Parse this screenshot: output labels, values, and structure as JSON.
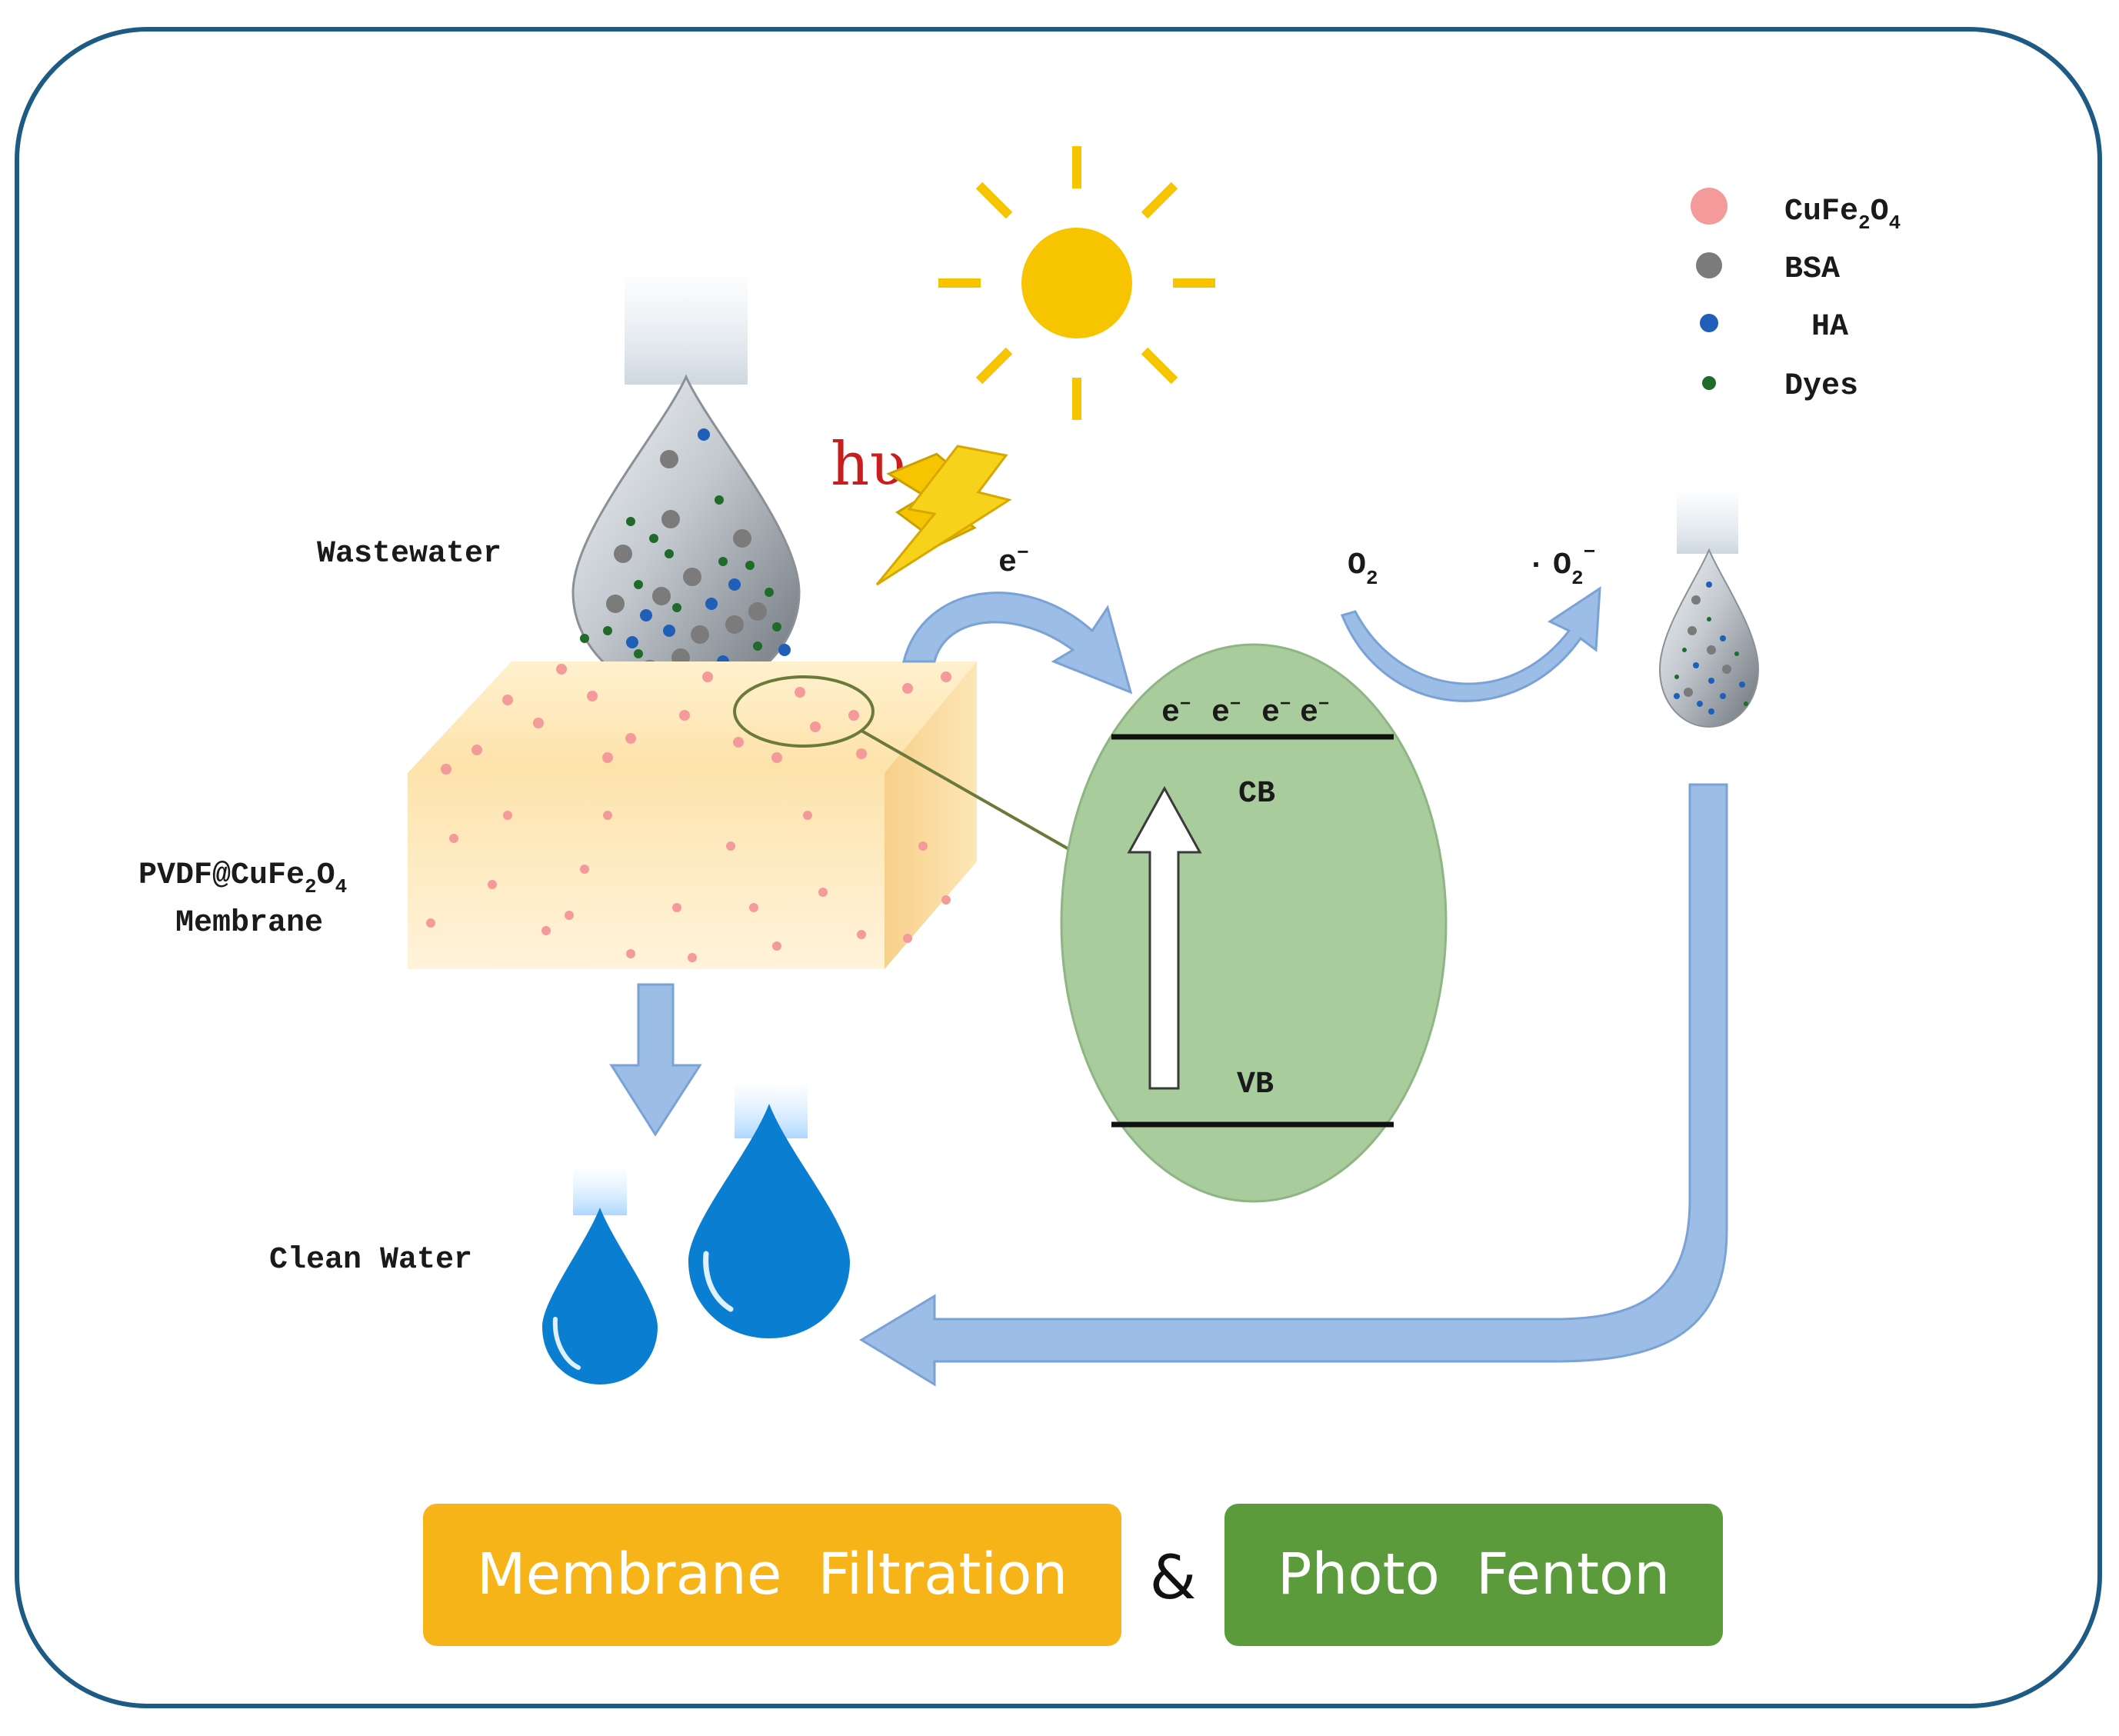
{
  "legend": {
    "items": [
      {
        "label": "CuFe",
        "sub1": "2",
        "mid": "O",
        "sub2": "4",
        "color": "#f59a9a"
      },
      {
        "label": "BSA",
        "color": "#7b7b7b"
      },
      {
        "label": "HA",
        "color": "#1f5fb8"
      },
      {
        "label": "Dyes",
        "color": "#1f6b2a"
      }
    ]
  },
  "labels": {
    "wastewater": "Wastewater",
    "membrane_line1_a": "PVDF@CuFe",
    "membrane_line1_sub1": "2",
    "membrane_line1_b": "O",
    "membrane_line1_sub2": "4",
    "membrane_line2": "Membrane",
    "clean_water": "Clean Water",
    "hv": "hυ",
    "electron": "e",
    "electron_sup": "−",
    "cb_electrons": [
      "e",
      "e",
      "e",
      "e"
    ],
    "cb": "CB",
    "vb": "VB",
    "o2": "O",
    "o2_sub": "2",
    "superoxide_dot": "·",
    "superoxide": "O",
    "superoxide_sub": "2",
    "superoxide_sup": "−"
  },
  "bottom": {
    "membrane_filtration": "Membrane  Filtration",
    "amp": "&",
    "photo_fenton": "Photo  Fenton"
  },
  "colors": {
    "frame": "#1d5a84",
    "membrane_filtration_bg": "#f7b419",
    "photo_fenton_bg": "#5c9b3c",
    "arrow": "#8fb3e2",
    "ellipse": "#a9cc9c",
    "sun": "#f7c400",
    "drop_blue": "#0a7fd1"
  }
}
